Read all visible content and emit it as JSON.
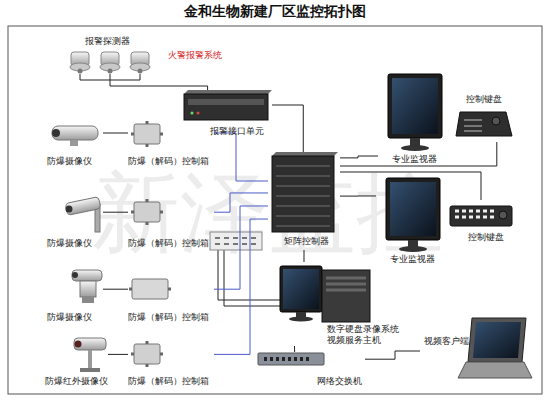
{
  "diagram": {
    "title": "金和生物新建厂区监控拓扑图",
    "nodes": [
      {
        "text": [
          "报警探测器"
        ]
      },
      {
        "text": [
          "报警接口单元"
        ]
      },
      {
        "text": [
          "防爆摄像仪"
        ]
      },
      {
        "text": [
          "防爆（解码）控制箱"
        ]
      },
      {
        "text": [
          "防爆摄像仪"
        ]
      },
      {
        "text": [
          "防爆（解码）控制箱"
        ]
      },
      {
        "text": [
          "防爆摄像仪"
        ]
      },
      {
        "text": [
          "防爆（解码）控制箱"
        ]
      },
      {
        "text": [
          "防爆红外摄像仪"
        ]
      },
      {
        "text": [
          "防爆（解码）控制箱"
        ]
      },
      {
        "text": [
          "矩阵控制器"
        ]
      },
      {
        "text": [
          "专业监视器"
        ]
      },
      {
        "text": [
          "控制键盘"
        ]
      },
      {
        "text": [
          "专业监视器"
        ]
      },
      {
        "text": [
          "控制键盘"
        ]
      },
      {
        "text": [
          "数字硬盘录像系统 视频服务主机"
        ]
      },
      {
        "text": [
          "网络交换机"
        ]
      },
      {
        "text": [
          "视频客户端"
        ]
      }
    ],
    "edges": [
      {
        "from": 0,
        "to": 1,
        "arrow": "none"
      },
      {
        "from": 1,
        "to": 10,
        "arrow": "none"
      },
      {
        "from": 2,
        "to": 3,
        "arrow": "none"
      },
      {
        "from": 4,
        "to": 5,
        "arrow": "none"
      },
      {
        "from": 6,
        "to": 7,
        "arrow": "none"
      },
      {
        "from": 8,
        "to": 9,
        "arrow": "none"
      },
      {
        "from": 3,
        "to": 10,
        "arrow": "none"
      },
      {
        "from": 5,
        "to": 10,
        "arrow": "none"
      },
      {
        "from": 7,
        "to": 10,
        "arrow": "none"
      },
      {
        "from": 9,
        "to": 10,
        "arrow": "none"
      },
      {
        "from": 10,
        "to": 11,
        "arrow": "none"
      },
      {
        "from": 10,
        "to": 13,
        "arrow": "none"
      },
      {
        "from": 12,
        "to": 10,
        "arrow": "none"
      },
      {
        "from": 14,
        "to": 10,
        "arrow": "none"
      },
      {
        "from": 10,
        "to": 15,
        "arrow": "none"
      },
      {
        "from": 15,
        "to": 16,
        "arrow": "none"
      },
      {
        "from": 16,
        "to": 17,
        "arrow": "none"
      }
    ],
    "labels": [
      "火警报警系统",
      "新泽监控"
    ]
  }
}
